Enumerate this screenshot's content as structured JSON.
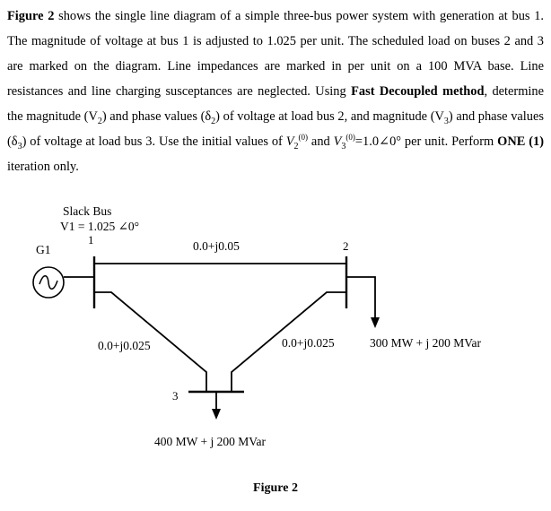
{
  "problem": {
    "p1_bold": "Figure 2",
    "p1_a": " shows the single line diagram of a simple three-bus power system with generation at bus 1. The magnitude of voltage at bus 1 is adjusted to 1.025 per unit. The scheduled load on buses 2 and 3 are marked on the diagram. Line impedances are marked in per unit on a 100 MVA base. Line resistances and line charging susceptances are neglected. Using ",
    "method_bold": "Fast Decoupled method",
    "p1_b": ", determine the magnitude (V",
    "sub2a": "2",
    "p1_c": ") and phase values (δ",
    "sub2b": "2",
    "p1_d": ") of voltage at load bus 2, and magnitude (V",
    "sub3a": "3",
    "p1_e": ") and phase values (δ",
    "sub3b": "3",
    "p1_f": ") of voltage at load bus 3. Use the initial values of ",
    "v2_sym": "V",
    "v2_sub": "2",
    "v2_sup": "(0)",
    "and_word": " and ",
    "v3_sym": "V",
    "v3_sub": "3",
    "v3_sup": "(0)",
    "init_value": "=1.0∠0° per unit. Perform ",
    "one_bold": "ONE (1)",
    "tail": " iteration only."
  },
  "diagram": {
    "slack_label": "Slack Bus",
    "v1_label": "V1 = 1.025 ∠0°",
    "bus1_num": "1",
    "bus2_num": "2",
    "bus3_num": "3",
    "gen_label": "G1",
    "line12": "0.0+j0.05",
    "line13": "0.0+j0.025",
    "line23": "0.0+j0.025",
    "load2": "300 MW + j 200 MVar",
    "load3": "400 MW + j 200 MVar"
  },
  "caption": "Figure 2"
}
